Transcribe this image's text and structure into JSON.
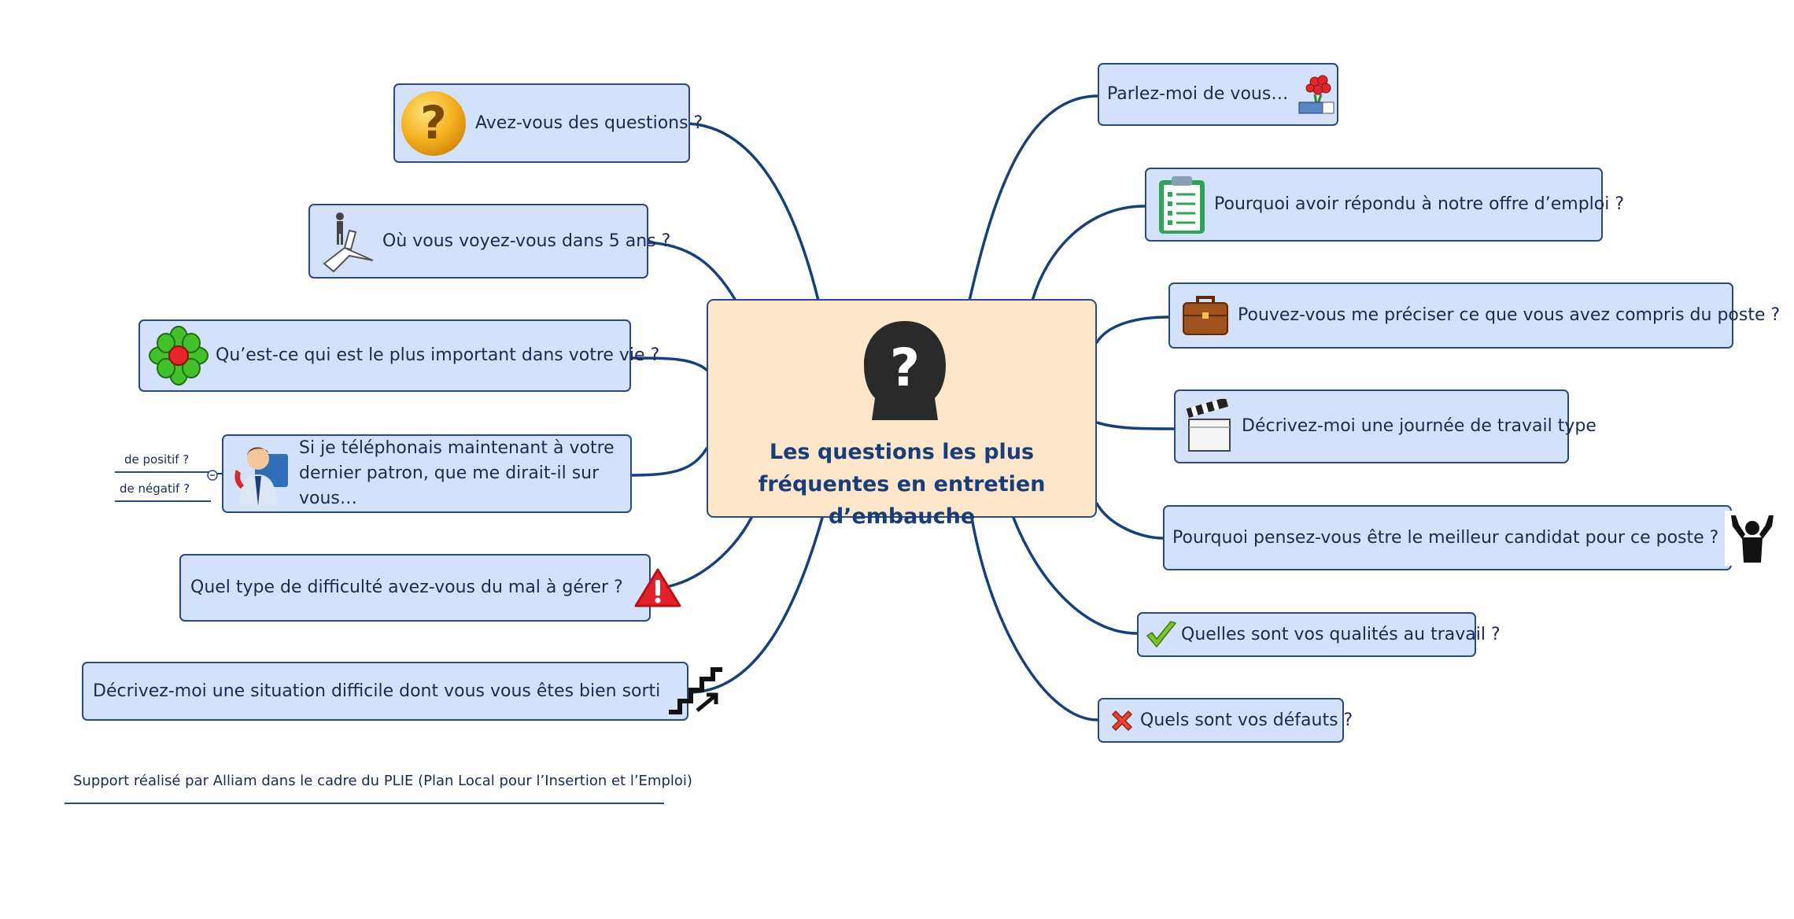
{
  "center": {
    "title": "Les questions les plus fréquentes en entretien d’embauche",
    "icon": "question-head-icon"
  },
  "left_topics": [
    {
      "label": "Avez-vous des questions ?",
      "icon": "question-mark-icon"
    },
    {
      "label": "Où vous voyez-vous dans 5 ans ?",
      "icon": "crossroads-icon"
    },
    {
      "label": "Qu’est-ce qui est le plus important dans votre vie ?",
      "icon": "green-flower-icon"
    },
    {
      "label": "Si je téléphonais maintenant à votre dernier patron, que me dirait-il sur vous…",
      "icon": "businessman-phone-icon",
      "subtopics": [
        "de positif ?",
        "de négatif ?"
      ]
    },
    {
      "label": "Quel type de difficulté avez-vous du mal à gérer ?",
      "icon": "warning-icon"
    },
    {
      "label": "Décrivez-moi une situation difficile dont vous vous êtes bien sorti",
      "icon": "stairs-up-icon"
    }
  ],
  "right_topics": [
    {
      "label": "Parlez-moi de vous…",
      "icon": "flowers-hand-icon"
    },
    {
      "label": "Pourquoi avoir répondu à notre offre d’emploi ?",
      "icon": "clipboard-checklist-icon"
    },
    {
      "label": "Pouvez-vous me préciser ce que vous avez compris du poste ?",
      "icon": "briefcase-icon"
    },
    {
      "label": "Décrivez-moi une journée de travail type",
      "icon": "clapperboard-icon"
    },
    {
      "label": "Pourquoi pensez-vous être le meilleur candidat pour ce poste ?",
      "icon": "winner-silhouette-icon"
    },
    {
      "label": "Quelles sont vos qualités au travail ?",
      "icon": "checkmark-icon"
    },
    {
      "label": "Quels sont vos défauts ?",
      "icon": "red-cross-icon"
    }
  ],
  "footer": "Support réalisé par Alliam dans le cadre du PLIE (Plan Local pour l’Insertion et l’Emploi)",
  "colors": {
    "link": "#173f7a",
    "topic_fill": "#d4e1fb",
    "center_fill": "#fde6c9",
    "text": "#1c2a52"
  }
}
